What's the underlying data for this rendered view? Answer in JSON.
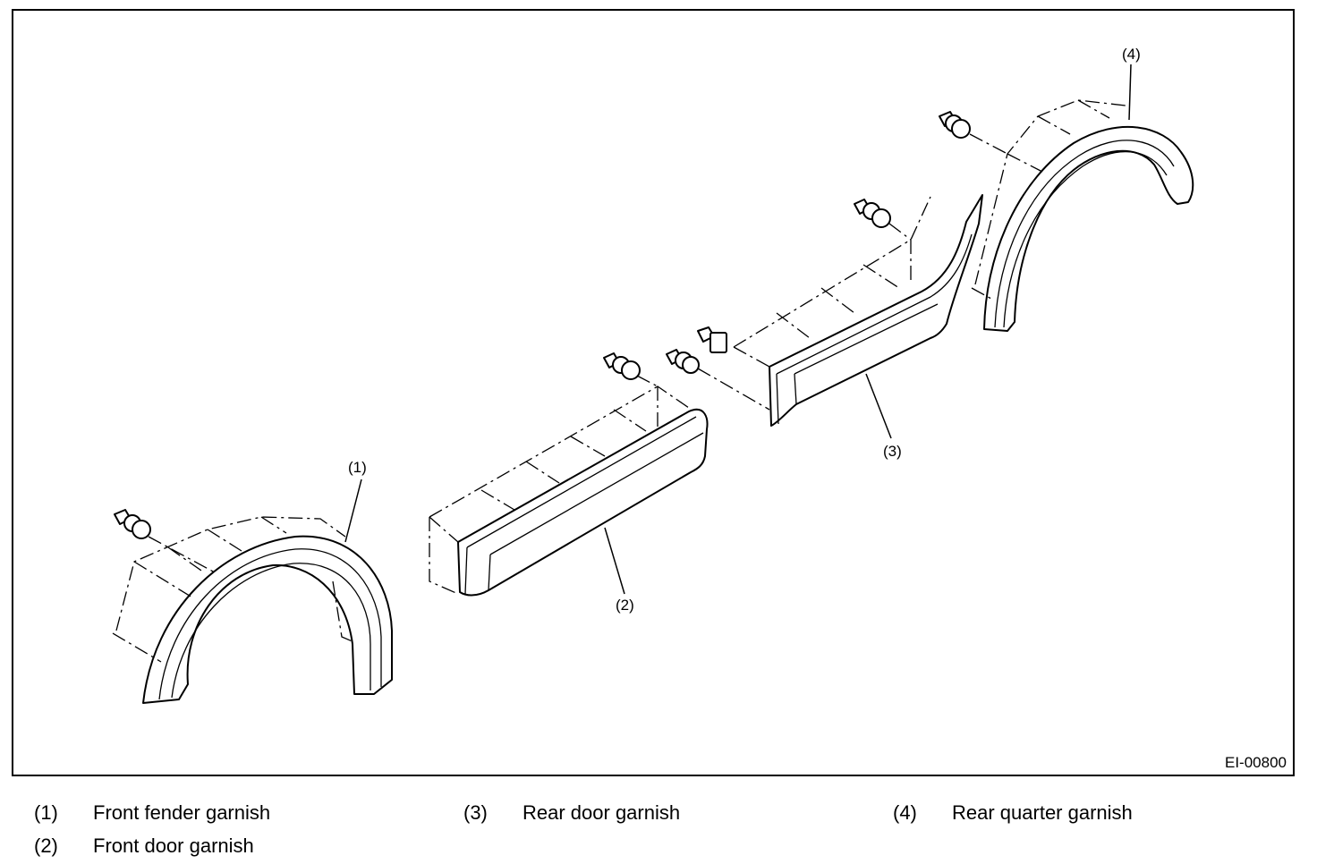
{
  "figure": {
    "code": "EI-00800",
    "callouts": [
      "(1)",
      "(2)",
      "(3)",
      "(4)"
    ]
  },
  "legend": [
    {
      "num": "(1)",
      "label": "Front fender garnish"
    },
    {
      "num": "(2)",
      "label": "Front door garnish"
    },
    {
      "num": "(3)",
      "label": "Rear door garnish"
    },
    {
      "num": "(4)",
      "label": "Rear quarter garnish"
    }
  ]
}
